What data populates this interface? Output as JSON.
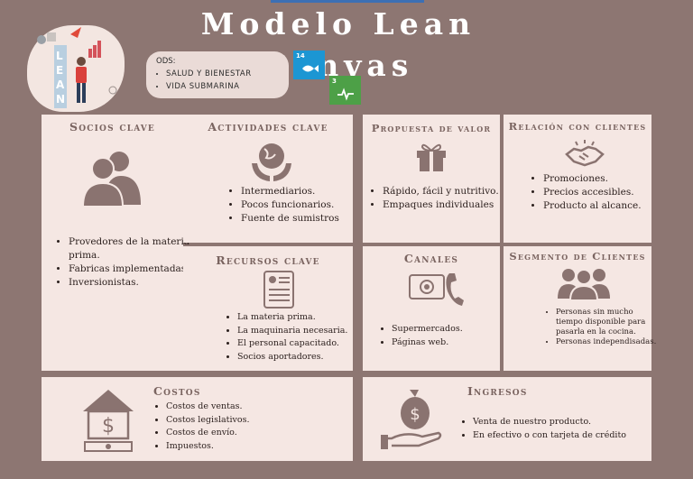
{
  "title": "Modelo Lean Canvas",
  "hero": {
    "letters": "LEAN"
  },
  "ods": {
    "label": "ODS:",
    "items": [
      "SALUD Y BIENESTAR",
      "VIDA SUBMARINA"
    ],
    "sdg14": "14",
    "sdg3": "3"
  },
  "socios": {
    "title": "Socios clave",
    "items": [
      "Provedores de la materia prima.",
      "Fabricas implementadas.",
      "Inversionistas."
    ]
  },
  "actividades": {
    "title": "Actividades clave",
    "items": [
      "Intermediarios.",
      "Pocos funcionarios.",
      "Fuente de sumistros"
    ]
  },
  "propuesta": {
    "title": "Propuesta de valor",
    "items": [
      "Rápido, fácil y nutritivo.",
      "Empaques individuales"
    ]
  },
  "relacion": {
    "title": "Relación con clientes",
    "items": [
      "Promociones.",
      "Precios accesibles.",
      "Producto al alcance."
    ]
  },
  "recursos": {
    "title": "Recursos clave",
    "items": [
      "La materia prima.",
      "La maquinaria necesaria.",
      "El personal capacitado.",
      "Socios aportadores."
    ]
  },
  "canales": {
    "title": "Canales",
    "items": [
      "Supermercados.",
      "Páginas web."
    ]
  },
  "segmento": {
    "title": "Segmento de Clientes",
    "items": [
      "Personas sin mucho tiempo disponible para pasarla en la cocina.",
      "Personas independisadas."
    ]
  },
  "costos": {
    "title": "Costos",
    "items": [
      "Costos de ventas.",
      "Costos legislativos.",
      "Costos de envío.",
      "Impuestos."
    ]
  },
  "ingresos": {
    "title": "Ingresos",
    "items": [
      "Venta de nuestro producto.",
      "En efectivo o con tarjeta de crédito"
    ]
  },
  "colors": {
    "background": "#8d7672",
    "panel": "#f5e7e3",
    "heading": "#7a6460",
    "icon": "#8a7370"
  }
}
